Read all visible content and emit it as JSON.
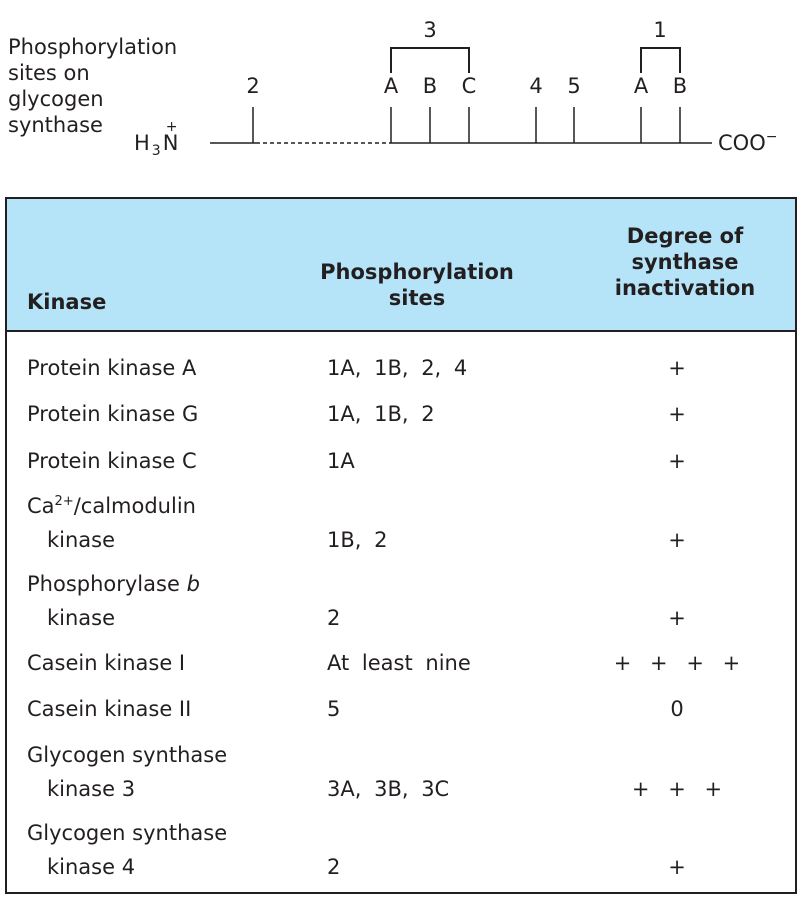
{
  "diagram": {
    "label_lines": [
      "Phosphorylation",
      "sites on",
      "glycogen",
      "synthase"
    ],
    "n_terminus_main": "H",
    "n_terminus_sub": "3",
    "n_terminus_atom": "N",
    "n_terminus_charge": "+",
    "c_terminus": "COO",
    "c_terminus_charge": "−",
    "group_3": "3",
    "group_1": "1",
    "sites": [
      {
        "label": "2"
      },
      {
        "label": "A"
      },
      {
        "label": "B"
      },
      {
        "label": "C"
      },
      {
        "label": "4"
      },
      {
        "label": "5"
      },
      {
        "label": "A"
      },
      {
        "label": "B"
      }
    ]
  },
  "table": {
    "headers": {
      "kinase": "Kinase",
      "sites_line1": "Phosphorylation",
      "sites_line2": "sites",
      "degree_line1": "Degree of",
      "degree_line2": "synthase",
      "degree_line3": "inactivation"
    },
    "rows": [
      {
        "kinase_line1": "Protein kinase A",
        "kinase_line2": "",
        "sites": "1A,  1B,  2,  4",
        "degree": "+"
      },
      {
        "kinase_line1": "Protein kinase G",
        "kinase_line2": "",
        "sites": "1A,  1B,  2",
        "degree": "+"
      },
      {
        "kinase_line1": "Protein kinase C",
        "kinase_line2": "",
        "sites": "1A",
        "degree": "+"
      },
      {
        "kinase_line1_pre": "Ca",
        "kinase_line1_sup": "2+",
        "kinase_line1_post": "/calmodulin",
        "kinase_line2": "kinase",
        "sites": "1B,  2",
        "degree": "+"
      },
      {
        "kinase_line1_pre": "Phosphorylase ",
        "kinase_line1_italic": "b",
        "kinase_line2": "kinase",
        "sites": "2",
        "degree": "+"
      },
      {
        "kinase_line1": "Casein kinase I",
        "kinase_line2": "",
        "sites": "At  least  nine",
        "degree": "+ + + +"
      },
      {
        "kinase_line1": "Casein kinase II",
        "kinase_line2": "",
        "sites": "5",
        "degree": "0"
      },
      {
        "kinase_line1": "Glycogen synthase",
        "kinase_line2": "kinase 3",
        "sites": "3A,  3B,  3C",
        "degree": "+ + +"
      },
      {
        "kinase_line1": "Glycogen synthase",
        "kinase_line2": "kinase 4",
        "sites": "2",
        "degree": "+"
      }
    ]
  }
}
